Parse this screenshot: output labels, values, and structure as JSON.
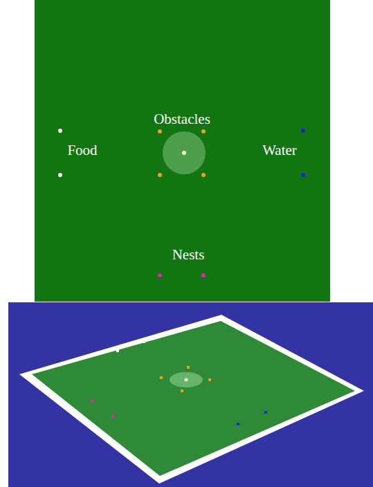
{
  "diagram": {
    "labels": [
      "Food",
      "Obstacles",
      "Water",
      "Nests"
    ]
  }
}
